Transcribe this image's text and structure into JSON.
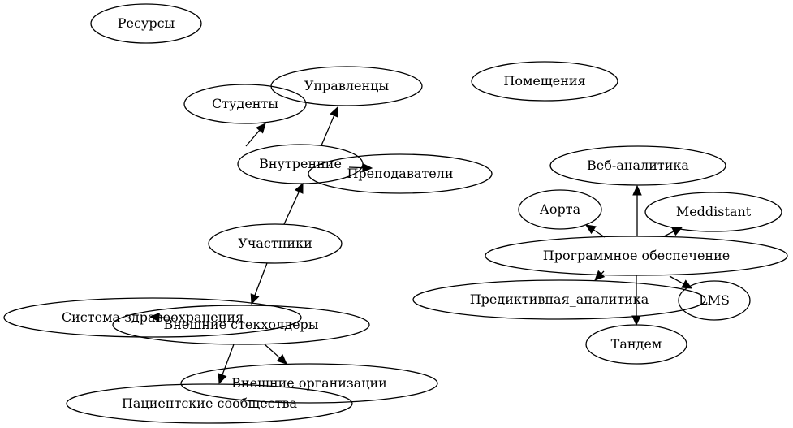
{
  "diagram": {
    "type": "directed-graph",
    "nodes": [
      {
        "id": "resources",
        "label": "Ресурсы"
      },
      {
        "id": "students",
        "label": "Студенты"
      },
      {
        "id": "managers",
        "label": "Управленцы"
      },
      {
        "id": "premises",
        "label": "Помещения"
      },
      {
        "id": "internal",
        "label": "Внутренние"
      },
      {
        "id": "teachers",
        "label": "Преподаватели"
      },
      {
        "id": "participants",
        "label": "Участники"
      },
      {
        "id": "healthcare",
        "label": "Система здравоохранения"
      },
      {
        "id": "external_stakeholders",
        "label": "Внешние стекхолдеры"
      },
      {
        "id": "external_orgs",
        "label": "Внешние организации"
      },
      {
        "id": "patient_communities",
        "label": "Пациентские сообщества"
      },
      {
        "id": "web_analytics",
        "label": "Веб-аналитика"
      },
      {
        "id": "aorta",
        "label": "Аорта"
      },
      {
        "id": "meddistant",
        "label": "Meddistant"
      },
      {
        "id": "software",
        "label": "Программное обеспечение"
      },
      {
        "id": "predictive",
        "label": "Предиктивная_аналитика"
      },
      {
        "id": "lms",
        "label": "LMS"
      },
      {
        "id": "tandem",
        "label": "Тандем"
      }
    ],
    "edges": [
      {
        "from": "internal",
        "to": "students"
      },
      {
        "from": "internal",
        "to": "managers"
      },
      {
        "from": "internal",
        "to": "teachers"
      },
      {
        "from": "participants",
        "to": "internal"
      },
      {
        "from": "participants",
        "to": "external_stakeholders"
      },
      {
        "from": "external_stakeholders",
        "to": "healthcare"
      },
      {
        "from": "external_stakeholders",
        "to": "external_orgs"
      },
      {
        "from": "external_stakeholders",
        "to": "patient_communities"
      },
      {
        "from": "software",
        "to": "web_analytics"
      },
      {
        "from": "software",
        "to": "aorta"
      },
      {
        "from": "software",
        "to": "meddistant"
      },
      {
        "from": "software",
        "to": "predictive"
      },
      {
        "from": "software",
        "to": "lms"
      },
      {
        "from": "software",
        "to": "tandem"
      }
    ]
  }
}
